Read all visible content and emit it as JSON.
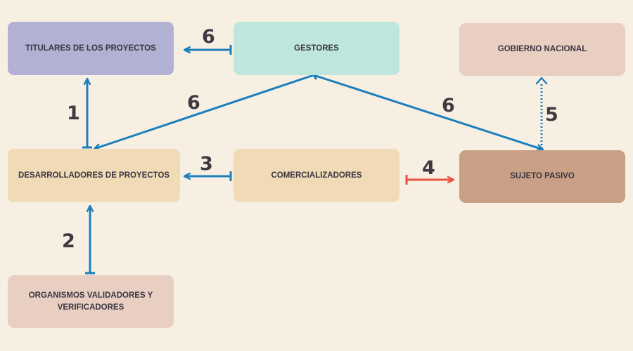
{
  "nodes": {
    "titulares": "TITULARES DE LOS PROYECTOS",
    "gestores": "GESTORES",
    "gobierno": "GOBIERNO NACIONAL",
    "desarrolladores": "DESARROLLADORES DE PROYECTOS",
    "comercializadores": "COMERCIALIZADORES",
    "sujeto": "SUJETO PASIVO",
    "organismos": "ORGANISMOS VALIDADORES Y VERIFICADORES"
  },
  "labels": {
    "one": "1",
    "two": "2",
    "three": "3",
    "four": "4",
    "five": "5",
    "six_top": "6",
    "six_left": "6",
    "six_right": "6"
  },
  "colors": {
    "background": "#f7efe2",
    "arrow_blue": "#1b7fbd",
    "arrow_red": "#e8503f"
  }
}
